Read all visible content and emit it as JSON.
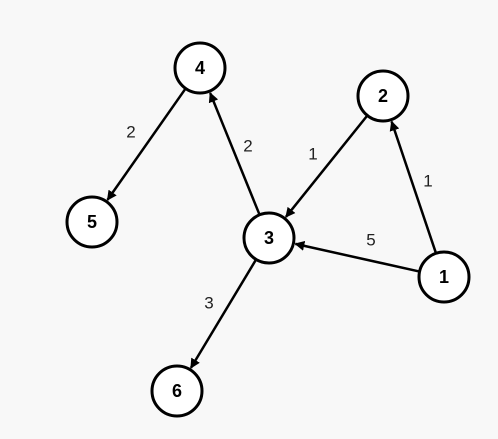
{
  "graph": {
    "nodes": [
      {
        "id": "1",
        "label": "1"
      },
      {
        "id": "2",
        "label": "2"
      },
      {
        "id": "3",
        "label": "3"
      },
      {
        "id": "4",
        "label": "4"
      },
      {
        "id": "5",
        "label": "5"
      },
      {
        "id": "6",
        "label": "6"
      }
    ],
    "edges": [
      {
        "from": "4",
        "to": "5",
        "weight": "2"
      },
      {
        "from": "3",
        "to": "4",
        "weight": "2"
      },
      {
        "from": "2",
        "to": "3",
        "weight": "1"
      },
      {
        "from": "1",
        "to": "2",
        "weight": "1"
      },
      {
        "from": "1",
        "to": "3",
        "weight": "5"
      },
      {
        "from": "3",
        "to": "6",
        "weight": "3"
      }
    ]
  },
  "colors": {
    "background": "#f8f8f8",
    "stroke": "#000000",
    "node_fill": "#ffffff"
  }
}
